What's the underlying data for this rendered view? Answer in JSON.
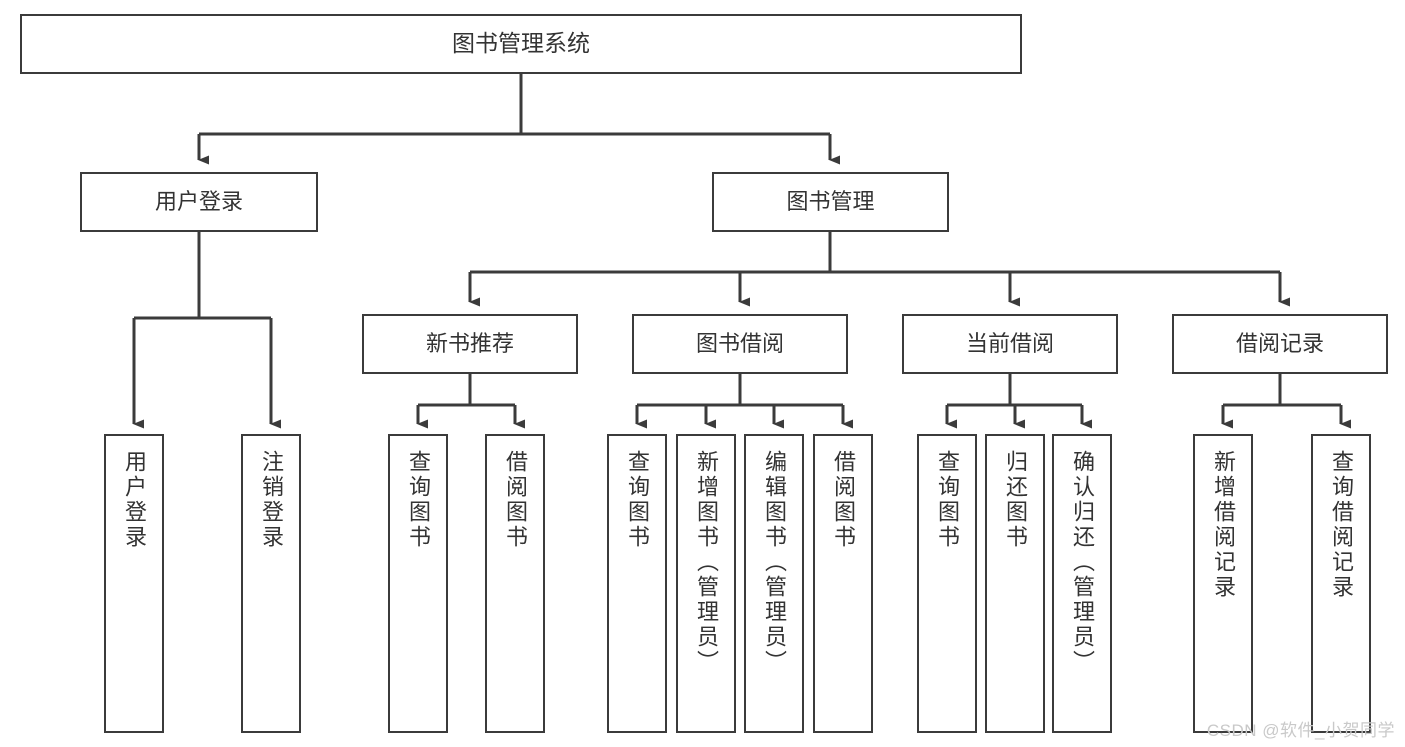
{
  "diagram": {
    "type": "tree",
    "title": "图书管理系统",
    "orientation": "top-down",
    "line_color": "#3b3b3b",
    "box_fill": "#ffffff",
    "text_color": "#333333"
  },
  "nodes": {
    "root": {
      "label": "图书管理系统"
    },
    "level2": [
      {
        "label": "用户登录"
      },
      {
        "label": "图书管理"
      }
    ],
    "level3": [
      {
        "label": "新书推荐"
      },
      {
        "label": "图书借阅"
      },
      {
        "label": "当前借阅"
      },
      {
        "label": "借阅记录"
      }
    ],
    "leaves": {
      "user_login": [
        {
          "label": "用户登录"
        },
        {
          "label": "注销登录"
        }
      ],
      "new_book": [
        {
          "label": "查询图书"
        },
        {
          "label": "借阅图书"
        }
      ],
      "book_borrow": [
        {
          "label": "查询图书"
        },
        {
          "label": "新增图书（管理员）"
        },
        {
          "label": "编辑图书（管理员）"
        },
        {
          "label": "借阅图书"
        }
      ],
      "current_borrow": [
        {
          "label": "查询图书"
        },
        {
          "label": "归还图书"
        },
        {
          "label": "确认归还（管理员）"
        }
      ],
      "borrow_record": [
        {
          "label": "新增借阅记录"
        },
        {
          "label": "查询借阅记录"
        }
      ]
    }
  },
  "watermark": {
    "text": "CSDN @软件_小贺同学"
  }
}
